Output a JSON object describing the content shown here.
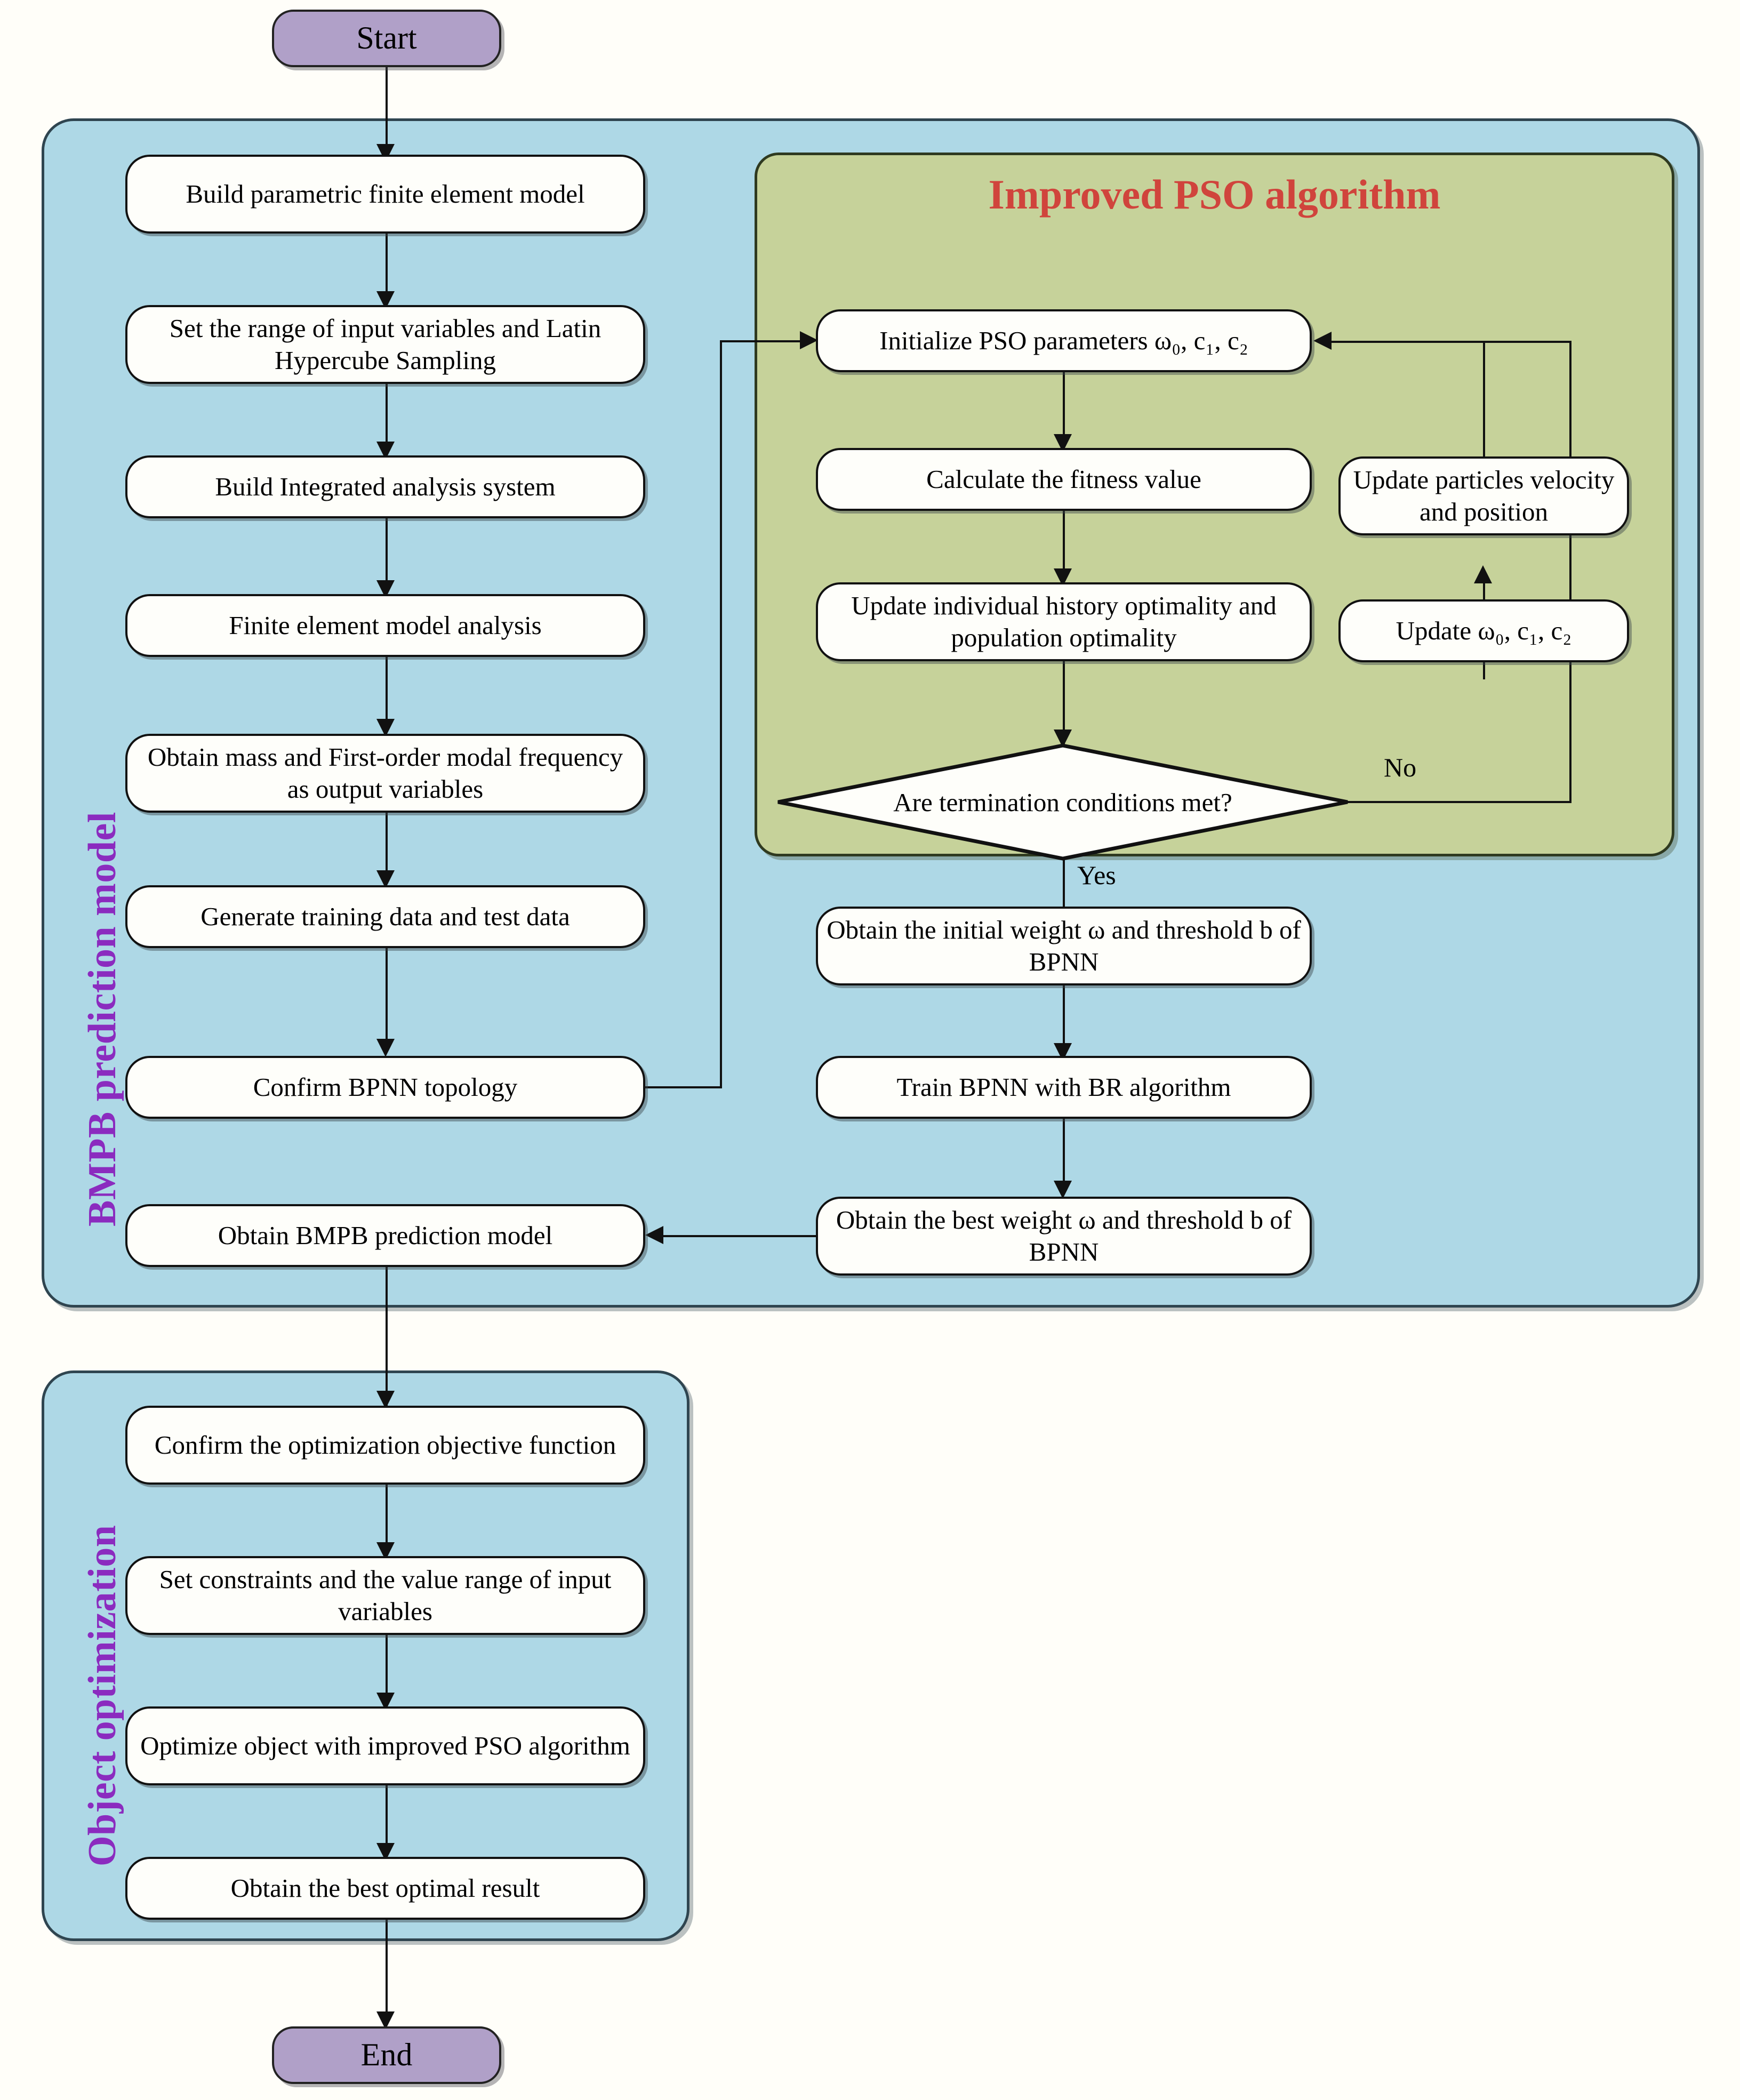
{
  "diagram": {
    "type": "flowchart",
    "title": "",
    "terminators": {
      "start": "Start",
      "end": "End"
    },
    "groups": [
      {
        "id": "bmpb",
        "label": "BMPB prediction model",
        "label_color": "#8B2BBF",
        "fill": "#aed8e6"
      },
      {
        "id": "pso",
        "label": "Improved PSO algorithm",
        "label_color": "#d0443c",
        "fill": "#c6d29a"
      },
      {
        "id": "objopt",
        "label": "Object optimization",
        "label_color": "#8B2BBF",
        "fill": "#aed8e6"
      }
    ],
    "left_column": [
      "Build parametric finite element model",
      "Set the range of input variables and Latin Hypercube Sampling",
      "Build Integrated analysis system",
      "Finite element model analysis",
      "Obtain mass and First-order modal frequency as output variables",
      "Generate training data and test data",
      "Confirm BPNN  topology",
      "Obtain BMPB prediction model"
    ],
    "pso_column": [
      "Initialize PSO parameters ω₀, c₁, c₂",
      "Calculate the fitness value",
      "Update individual history optimality and population optimality",
      "Are termination conditions met?"
    ],
    "pso_side_column": [
      "Update particles velocity and position",
      "Update ω₀, c₁, c₂"
    ],
    "right_column": [
      "Obtain the  initial weight ω and threshold b of BPNN",
      "Train BPNN with BR algorithm",
      "Obtain the best weight ω and threshold b of BPNN"
    ],
    "object_optimization_column": [
      "Confirm the optimization objective function",
      "Set  constraints and the value range of input variables",
      "Optimize object with improved PSO algorithm",
      "Obtain the best optimal  result"
    ],
    "edge_labels": {
      "no": "No",
      "yes": "Yes"
    }
  }
}
